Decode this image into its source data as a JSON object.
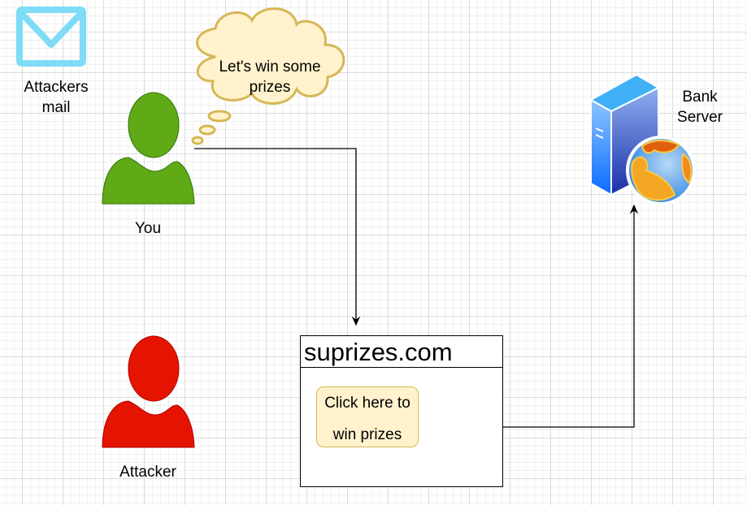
{
  "mail": {
    "label_line1": "Attackers",
    "label_line2": "mail",
    "color": "#7fdcf7"
  },
  "you": {
    "label": "You",
    "color": "#60a917",
    "thought_line1": "Let's win some",
    "thought_line2": "prizes"
  },
  "attacker": {
    "label": "Attacker",
    "color": "#e51400"
  },
  "server": {
    "label_line1": "Bank",
    "label_line2": "Server"
  },
  "website": {
    "title": "suprizes.com",
    "button_line1": "Click here to",
    "button_line2": "win prizes"
  }
}
